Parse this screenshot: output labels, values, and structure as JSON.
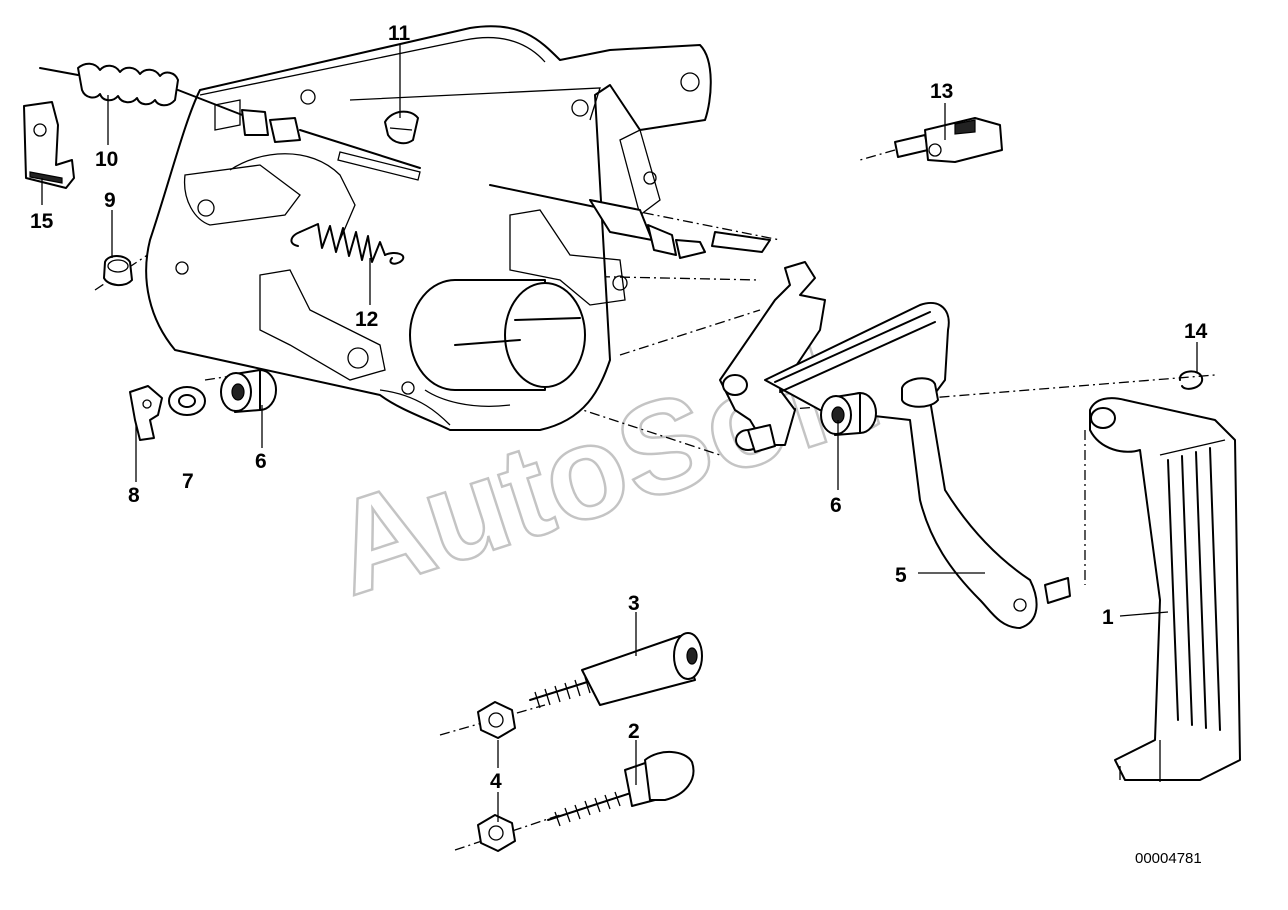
{
  "diagram": {
    "catalog_number": "00004781",
    "watermark": "AutoSoft",
    "callouts": [
      {
        "id": "c1",
        "label": "1"
      },
      {
        "id": "c2",
        "label": "2"
      },
      {
        "id": "c3",
        "label": "3"
      },
      {
        "id": "c4",
        "label": "4"
      },
      {
        "id": "c5",
        "label": "5"
      },
      {
        "id": "c6a",
        "label": "6"
      },
      {
        "id": "c6b",
        "label": "6"
      },
      {
        "id": "c7",
        "label": "7"
      },
      {
        "id": "c8",
        "label": "8"
      },
      {
        "id": "c9",
        "label": "9"
      },
      {
        "id": "c10",
        "label": "10"
      },
      {
        "id": "c11",
        "label": "11"
      },
      {
        "id": "c12",
        "label": "12"
      },
      {
        "id": "c13",
        "label": "13"
      },
      {
        "id": "c14",
        "label": "14"
      },
      {
        "id": "c15",
        "label": "15"
      }
    ]
  }
}
